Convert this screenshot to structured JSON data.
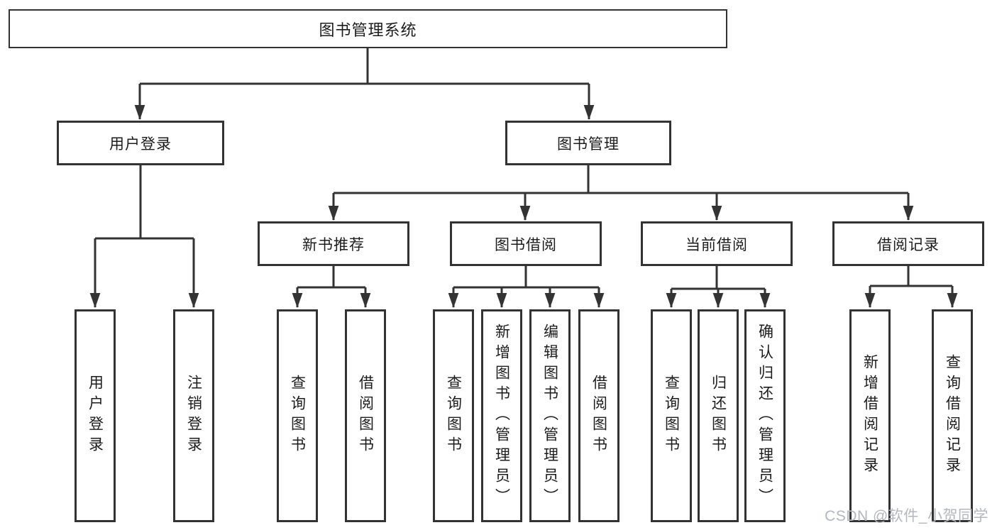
{
  "diagram": {
    "root": {
      "label": "图书管理系统"
    },
    "level2": [
      {
        "label": "用户登录"
      },
      {
        "label": "图书管理"
      }
    ],
    "level3": [
      {
        "label": "新书推荐"
      },
      {
        "label": "图书借阅"
      },
      {
        "label": "当前借阅"
      },
      {
        "label": "借阅记录"
      }
    ],
    "leaves": {
      "user_login": [
        "用户登录",
        "注销登录"
      ],
      "new_books": [
        "查询图书",
        "借阅图书"
      ],
      "book_borrow": [
        "查询图书",
        "新增图书（管理员）",
        "编辑图书（管理员）",
        "借阅图书"
      ],
      "current_borrow": [
        "查询图书",
        "归还图书",
        "确认归还（管理员）"
      ],
      "borrow_records": [
        "新增借阅记录",
        "查询借阅记录"
      ]
    }
  },
  "watermark": {
    "text": "CSDN @软件_小贺同学",
    "color": "#b3b7c0"
  },
  "colors": {
    "line": "#333333",
    "text": "#1c1c1c",
    "background": "#ffffff"
  }
}
